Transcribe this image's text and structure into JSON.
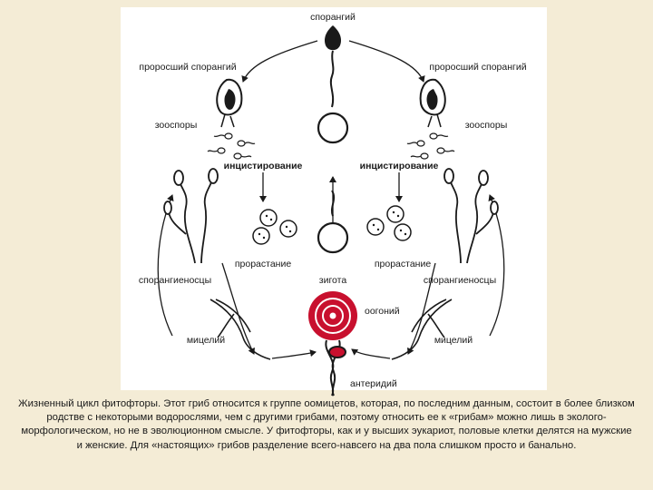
{
  "diagram": {
    "labels": {
      "sporangium": "спорангий",
      "germinated_left": "проросший спорангий",
      "germinated_right": "проросший спорангий",
      "zoospores_left": "зооспоры",
      "zoospores_right": "зооспоры",
      "encystment_left": "инцистирование",
      "encystment_right": "инцистирование",
      "germination_left": "прорастание",
      "germination_right": "прорастание",
      "zygote": "зигота",
      "sporangiophores_left": "спорангиеносцы",
      "sporangiophores_right": "спорангиеносцы",
      "oogonium": "оогоний",
      "mycelium_left": "мицелий",
      "mycelium_right": "мицелий",
      "antheridium": "антеридий"
    },
    "colors": {
      "ink": "#1a1a1a",
      "oogonium": "#c8102e",
      "background": "#f4ecd6",
      "panel": "#ffffff"
    }
  },
  "caption": {
    "text": "Жизненный цикл фитофторы. Этот гриб относится к группе оомицетов, которая, по последним данным, состоит в более близком родстве с некоторыми водорослями, чем с другими грибами, поэтому относить ее к «грибам» можно лишь в эколого-морфологическом, но не в эволюционном смысле. У фитофторы, как и у высших эукариот, половые клетки делятся на мужские и женские. Для «настоящих» грибов разделение всего-навсего на два пола слишком просто и банально."
  }
}
